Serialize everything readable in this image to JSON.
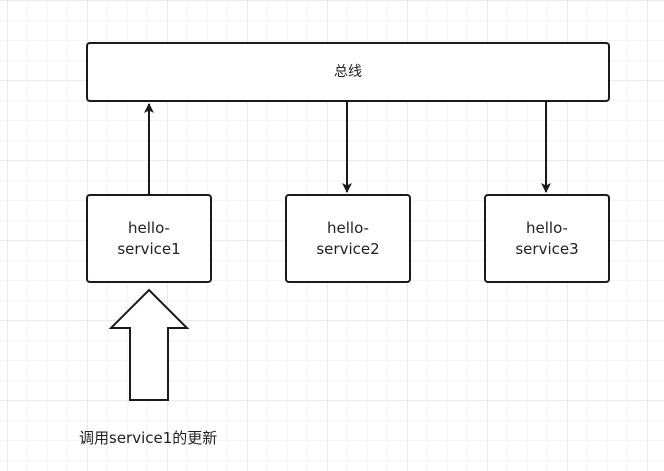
{
  "diagram": {
    "bus": {
      "label": "总线"
    },
    "services": [
      {
        "line1": "hello-",
        "line2": "service1"
      },
      {
        "line1": "hello-",
        "line2": "service2"
      },
      {
        "line1": "hello-",
        "line2": "service3"
      }
    ],
    "caption": "调用service1的更新",
    "colors": {
      "stroke": "#1a1a1a",
      "text": "#222222",
      "grid": "#ebebeb",
      "background": "#ffffff"
    }
  }
}
